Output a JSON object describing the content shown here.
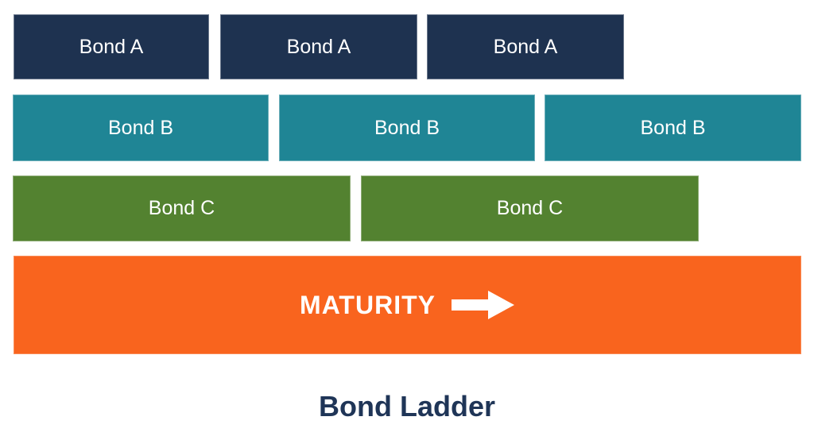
{
  "title": "Bond Ladder",
  "colors": {
    "bond_a": "#1e3250",
    "bond_b": "#1f8595",
    "bond_c": "#538230",
    "maturity_bar": "#f9641e",
    "box_label": "#ffffff",
    "title_text": "#1f3557"
  },
  "ladder": {
    "rows": [
      {
        "id": "bond-a-row",
        "boxes": [
          "Bond A",
          "Bond A",
          "Bond A"
        ]
      },
      {
        "id": "bond-b-row",
        "boxes": [
          "Bond B",
          "Bond B",
          "Bond B"
        ]
      },
      {
        "id": "bond-c-row",
        "boxes": [
          "Bond C",
          "Bond C"
        ]
      }
    ]
  },
  "maturity": {
    "label": "MATURITY",
    "icon": "right-block-arrow-icon"
  }
}
